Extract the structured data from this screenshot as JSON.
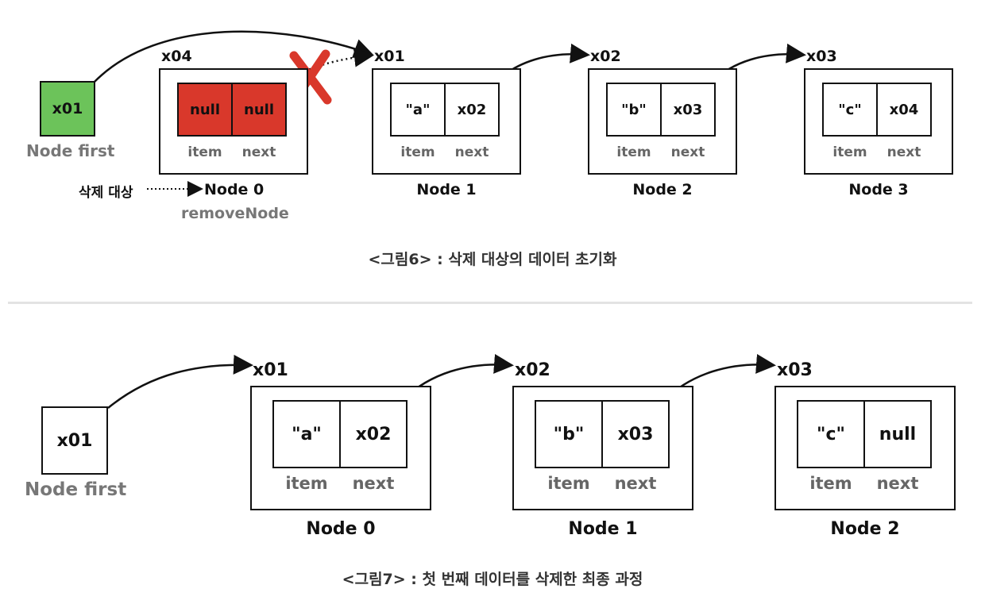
{
  "fig6": {
    "first": {
      "value": "x01",
      "name": "Node first",
      "color": "#6cc35a"
    },
    "remove": {
      "addr": "x04",
      "item": "null",
      "next": "null",
      "fill": "#d9382b",
      "title": "Node 0",
      "role": "removeNode"
    },
    "nodes": [
      {
        "addr": "x01",
        "item": "\"a\"",
        "next": "x02",
        "title": "Node 1"
      },
      {
        "addr": "x02",
        "item": "\"b\"",
        "next": "x03",
        "title": "Node 2"
      },
      {
        "addr": "x03",
        "item": "\"c\"",
        "next": "x04",
        "title": "Node 3"
      }
    ],
    "field_item": "item",
    "field_next": "next",
    "target_label": "삭제 대상",
    "cross_color": "#d9382b",
    "caption": "<그림6> : 삭제 대상의 데이터 초기화"
  },
  "fig7": {
    "first": {
      "value": "x01",
      "name": "Node first"
    },
    "nodes": [
      {
        "addr": "x01",
        "item": "\"a\"",
        "next": "x02",
        "title": "Node 0"
      },
      {
        "addr": "x02",
        "item": "\"b\"",
        "next": "x03",
        "title": "Node 1"
      },
      {
        "addr": "x03",
        "item": "\"c\"",
        "next": "null",
        "title": "Node 2"
      }
    ],
    "field_item": "item",
    "field_next": "next",
    "caption": "<그림7> : 첫 번째 데이터를 삭제한 최종 과정"
  }
}
